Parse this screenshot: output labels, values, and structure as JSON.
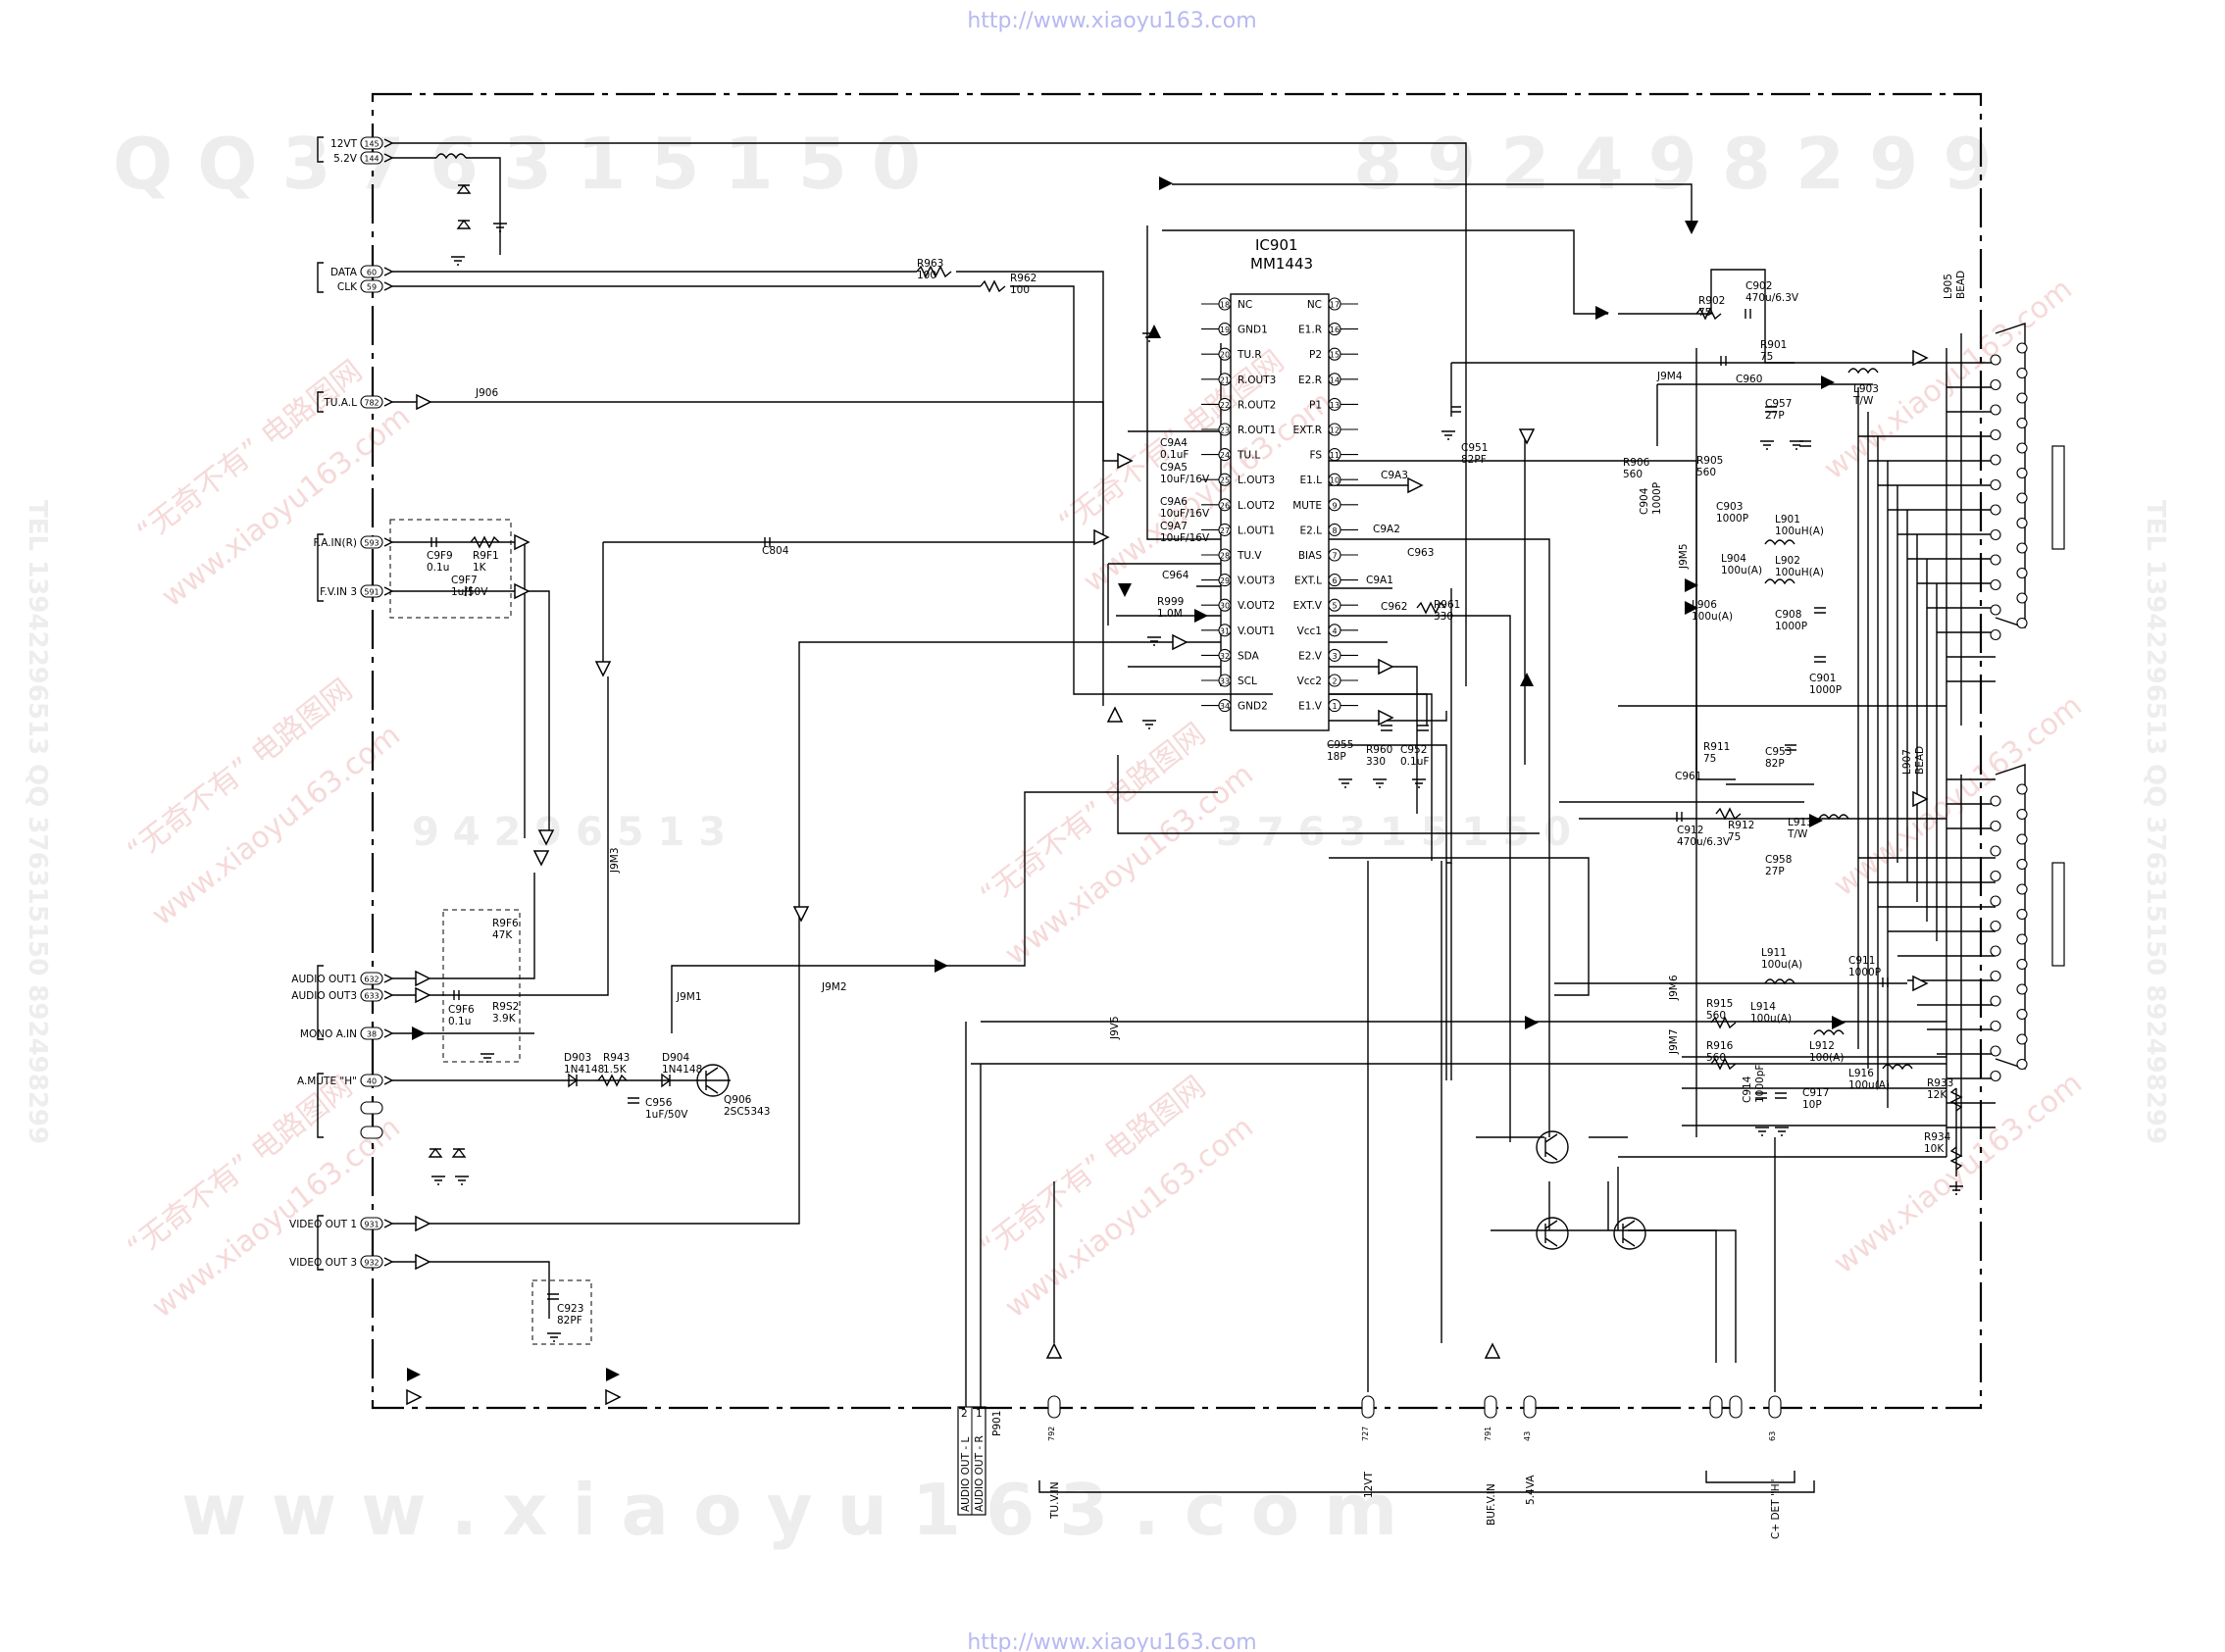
{
  "watermark": {
    "url_top": "http://www.xiaoyu163.com",
    "url_bottom": "http://www.xiaoyu163.com",
    "qq_left": "Q Q 3 7 6 3 1 5 1 5 0",
    "qq_right": "8 9 2 4 9 8 2 9 9",
    "bottom_site": "w w w . x i a o y u 1 6 3 . c o m",
    "mid_digits_left": "9 4 2 9 6 5 1 3",
    "mid_digits_right": "3 7 6 3 1 5 1 5 0",
    "cn_label": "“无奇不有” 电路图网",
    "cn_site": "www.xiaoyu163.com",
    "side_left": "TEL 13942296513 QQ 376315150 892498299",
    "side_right": "TEL 13942296513 QQ 376315150 892498299"
  },
  "ic": {
    "ref": "IC901",
    "part": "MM1443",
    "left_pins": [
      {
        "num": "18",
        "name": "NC"
      },
      {
        "num": "19",
        "name": "GND1"
      },
      {
        "num": "20",
        "name": "TU.R"
      },
      {
        "num": "21",
        "name": "R.OUT3"
      },
      {
        "num": "22",
        "name": "R.OUT2"
      },
      {
        "num": "23",
        "name": "R.OUT1"
      },
      {
        "num": "24",
        "name": "TU.L"
      },
      {
        "num": "25",
        "name": "L.OUT3"
      },
      {
        "num": "26",
        "name": "L.OUT2"
      },
      {
        "num": "27",
        "name": "L.OUT1"
      },
      {
        "num": "28",
        "name": "TU.V"
      },
      {
        "num": "29",
        "name": "V.OUT3"
      },
      {
        "num": "30",
        "name": "V.OUT2"
      },
      {
        "num": "31",
        "name": "V.OUT1"
      },
      {
        "num": "32",
        "name": "SDA"
      },
      {
        "num": "33",
        "name": "SCL"
      },
      {
        "num": "34",
        "name": "GND2"
      }
    ],
    "right_pins": [
      {
        "num": "17",
        "name": "NC"
      },
      {
        "num": "16",
        "name": "E1.R"
      },
      {
        "num": "15",
        "name": "P2"
      },
      {
        "num": "14",
        "name": "E2.R"
      },
      {
        "num": "13",
        "name": "P1"
      },
      {
        "num": "12",
        "name": "EXT.R"
      },
      {
        "num": "11",
        "name": "FS"
      },
      {
        "num": "10",
        "name": "E1.L"
      },
      {
        "num": "9",
        "name": "MUTE"
      },
      {
        "num": "8",
        "name": "E2.L"
      },
      {
        "num": "7",
        "name": "BIAS"
      },
      {
        "num": "6",
        "name": "EXT.L"
      },
      {
        "num": "5",
        "name": "EXT.V"
      },
      {
        "num": "4",
        "name": "Vcc1"
      },
      {
        "num": "3",
        "name": "E2.V"
      },
      {
        "num": "2",
        "name": "Vcc2"
      },
      {
        "num": "1",
        "name": "E1.V"
      }
    ]
  },
  "left_connectors": [
    {
      "num": "145",
      "name": "12VT"
    },
    {
      "num": "144",
      "name": "5.2V"
    },
    {
      "num": "60",
      "name": "DATA"
    },
    {
      "num": "59",
      "name": "CLK"
    },
    {
      "num": "782",
      "name": "TU.A.L"
    },
    {
      "num": "593",
      "name": "F.A.IN(R)"
    },
    {
      "num": "591",
      "name": "F.V.IN 3"
    },
    {
      "num": "632",
      "name": "AUDIO OUT1"
    },
    {
      "num": "633",
      "name": "AUDIO OUT3"
    },
    {
      "num": "38",
      "name": "MONO A.IN"
    },
    {
      "num": "40",
      "name": "A.MUTE \"H\""
    },
    {
      "num": "931",
      "name": "VIDEO OUT 1"
    },
    {
      "num": "932",
      "name": "VIDEO OUT 3"
    }
  ],
  "bottom_connectors": [
    {
      "num": "792",
      "name": "TU.V.IN"
    },
    {
      "num": "727",
      "name": "12VT"
    },
    {
      "num": "791",
      "name": "BUF.V.IN"
    },
    {
      "num": "43",
      "name": "5.4VA"
    },
    {
      "num": "63",
      "name": "C+ DET \"H\""
    }
  ],
  "p901": {
    "ref": "P901",
    "pin2": "AUDIO OUT - L",
    "pin1": "AUDIO OUT - R",
    "n2": "2",
    "n1": "1"
  },
  "components": [
    {
      "ref": "R963",
      "value": "100"
    },
    {
      "ref": "R962",
      "value": "100"
    },
    {
      "ref": "J906",
      "value": ""
    },
    {
      "ref": "C9F9",
      "value": "0.1u"
    },
    {
      "ref": "R9F1",
      "value": "1K"
    },
    {
      "ref": "C9F7",
      "value": "1u/50V"
    },
    {
      "ref": "C804",
      "value": ""
    },
    {
      "ref": "R9F6",
      "value": "47K"
    },
    {
      "ref": "C9F6",
      "value": "0.1u"
    },
    {
      "ref": "R9S2",
      "value": "3.9K"
    },
    {
      "ref": "J9M3",
      "value": ""
    },
    {
      "ref": "J9M1",
      "value": ""
    },
    {
      "ref": "J9M2",
      "value": ""
    },
    {
      "ref": "D903",
      "value": "1N4148"
    },
    {
      "ref": "R943",
      "value": "1.5K"
    },
    {
      "ref": "D904",
      "value": "1N4148"
    },
    {
      "ref": "Q906",
      "value": "2SC5343"
    },
    {
      "ref": "C956",
      "value": "1uF/50V"
    },
    {
      "ref": "C923",
      "value": "82PF"
    },
    {
      "ref": "C9A4",
      "value": "0.1uF"
    },
    {
      "ref": "C9A5",
      "value": "10uF/16V"
    },
    {
      "ref": "C9A6",
      "value": "10uF/16V"
    },
    {
      "ref": "C9A7",
      "value": "10uF/16V"
    },
    {
      "ref": "C964",
      "value": ""
    },
    {
      "ref": "R999",
      "value": "1.0M"
    },
    {
      "ref": "J9V5",
      "value": ""
    },
    {
      "ref": "C9A3",
      "value": ""
    },
    {
      "ref": "C9A2",
      "value": ""
    },
    {
      "ref": "C963",
      "value": ""
    },
    {
      "ref": "C9A1",
      "value": ""
    },
    {
      "ref": "C962",
      "value": ""
    },
    {
      "ref": "R961",
      "value": "330"
    },
    {
      "ref": "C955",
      "value": "18P"
    },
    {
      "ref": "R960",
      "value": "330"
    },
    {
      "ref": "C952",
      "value": "0.1uF"
    },
    {
      "ref": "C951",
      "value": "82PF"
    },
    {
      "ref": "R902",
      "value": "75"
    },
    {
      "ref": "C902",
      "value": "470u/6.3V"
    },
    {
      "ref": "R901",
      "value": "75"
    },
    {
      "ref": "C960",
      "value": ""
    },
    {
      "ref": "C957",
      "value": "27P"
    },
    {
      "ref": "L903",
      "value": "T/W"
    },
    {
      "ref": "J9M4",
      "value": ""
    },
    {
      "ref": "R906",
      "value": "560"
    },
    {
      "ref": "R905",
      "value": "560"
    },
    {
      "ref": "C904",
      "value": "1000P"
    },
    {
      "ref": "C903",
      "value": "1000P"
    },
    {
      "ref": "L901",
      "value": "100uH(A)"
    },
    {
      "ref": "L904",
      "value": "100u(A)"
    },
    {
      "ref": "L902",
      "value": "100uH(A)"
    },
    {
      "ref": "J9M5",
      "value": ""
    },
    {
      "ref": "L906",
      "value": "100u(A)"
    },
    {
      "ref": "C908",
      "value": "1000P"
    },
    {
      "ref": "C901",
      "value": "1000P"
    },
    {
      "ref": "R911",
      "value": "75"
    },
    {
      "ref": "C953",
      "value": "82P"
    },
    {
      "ref": "C961",
      "value": ""
    },
    {
      "ref": "C912",
      "value": "470u/6.3V"
    },
    {
      "ref": "R912",
      "value": "75"
    },
    {
      "ref": "L913",
      "value": "T/W"
    },
    {
      "ref": "C958",
      "value": "27P"
    },
    {
      "ref": "L911",
      "value": "100u(A)"
    },
    {
      "ref": "C911",
      "value": "1000P"
    },
    {
      "ref": "J9M6",
      "value": ""
    },
    {
      "ref": "R915",
      "value": "560"
    },
    {
      "ref": "L914",
      "value": "100u(A)"
    },
    {
      "ref": "J9M7",
      "value": ""
    },
    {
      "ref": "R916",
      "value": "560"
    },
    {
      "ref": "L912",
      "value": "100(A)"
    },
    {
      "ref": "L916",
      "value": "100u(A)"
    },
    {
      "ref": "C914",
      "value": "1000pF"
    },
    {
      "ref": "C917",
      "value": "10P"
    },
    {
      "ref": "R933",
      "value": "12K"
    },
    {
      "ref": "R934",
      "value": "10K"
    },
    {
      "ref": "L905",
      "value": "BEAD"
    },
    {
      "ref": "L907",
      "value": "BEAD"
    }
  ]
}
